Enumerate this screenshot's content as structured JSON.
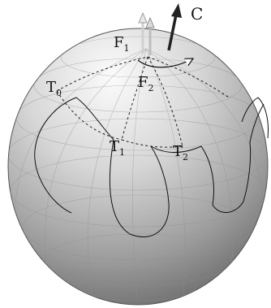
{
  "labels": {
    "C": "C",
    "F1_main": "F",
    "F1_sub": "1",
    "F2_main": "F",
    "F2_sub": "2",
    "T0_main": "T",
    "T0_sub": "0",
    "T1_main": "T",
    "T1_sub": "1",
    "T2_main": "T",
    "T2_sub": "2"
  },
  "colors": {
    "sphere_light": "#f7f7f7",
    "sphere_mid": "#c9c9c9",
    "sphere_dark": "#6a6a6a",
    "grid": "#9a9a9a",
    "curve": "#111111",
    "arrow_C": "#222222",
    "arrow_F": "#d0d0d0"
  }
}
